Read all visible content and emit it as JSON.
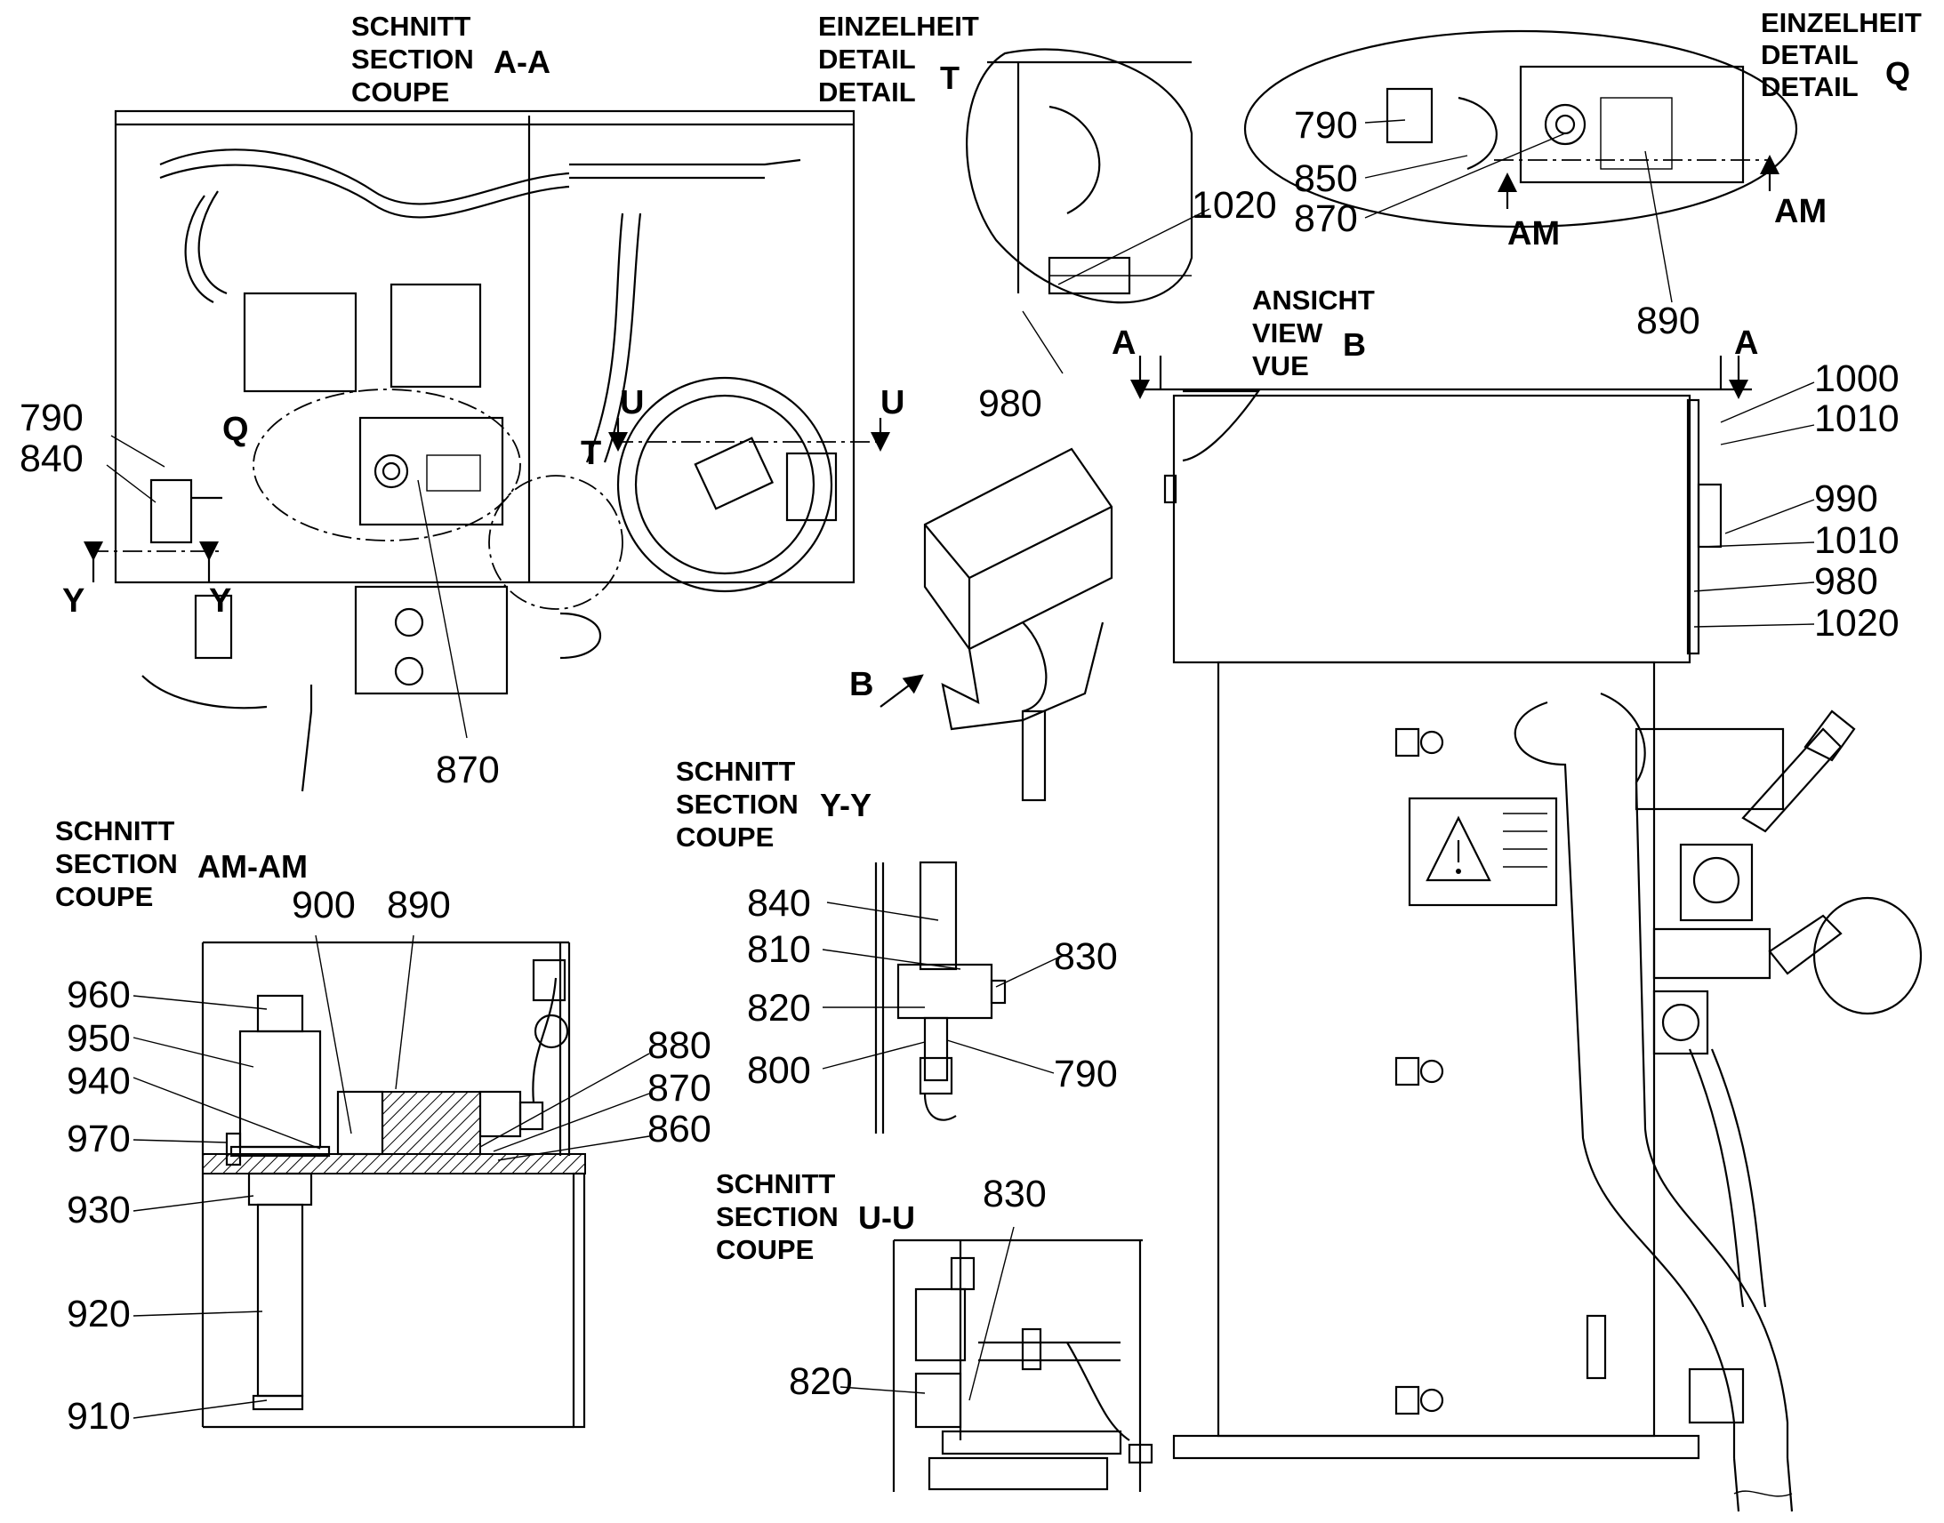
{
  "section_titles": {
    "aa": {
      "line1": "SCHNITT",
      "line2": "SECTION",
      "line3": "COUPE",
      "id": "A-A"
    },
    "t": {
      "line1": "EINZELHEIT",
      "line2": "DETAIL",
      "line3": "DETAIL",
      "id": "T"
    },
    "q": {
      "line1": "EINZELHEIT",
      "line2": "DETAIL",
      "line3": "DETAIL",
      "id": "Q"
    },
    "b": {
      "line1": "ANSICHT",
      "line2": "VIEW",
      "line3": "VUE",
      "id": "B"
    },
    "yy": {
      "line1": "SCHNITT",
      "line2": "SECTION",
      "line3": "COUPE",
      "id": "Y-Y"
    },
    "amam": {
      "line1": "SCHNITT",
      "line2": "SECTION",
      "line3": "COUPE",
      "id": "AM-AM"
    },
    "uu": {
      "line1": "SCHNITT",
      "line2": "SECTION",
      "line3": "COUPE",
      "id": "U-U"
    }
  },
  "cut_markers": {
    "q": "Q",
    "t": "T",
    "u_left": "U",
    "u_right": "U",
    "y_left": "Y",
    "y_right": "Y",
    "a_left": "A",
    "a_right": "A",
    "am_left": "AM",
    "am_right": "AM",
    "b": "B"
  },
  "callouts_aa": {
    "c790": "790",
    "c840": "840",
    "c870": "870"
  },
  "callouts_t": {
    "c1020": "1020",
    "c980": "980"
  },
  "callouts_q": {
    "c790": "790",
    "c850": "850",
    "c870": "870",
    "c890": "890"
  },
  "callouts_b": {
    "c1000": "1000",
    "c1010a": "1010",
    "c990": "990",
    "c1010b": "1010",
    "c980": "980",
    "c1020": "1020"
  },
  "callouts_yy": {
    "c840": "840",
    "c810": "810",
    "c830": "830",
    "c820": "820",
    "c800": "800",
    "c790": "790"
  },
  "callouts_amam": {
    "c900": "900",
    "c890": "890",
    "c960": "960",
    "c950": "950",
    "c940": "940",
    "c970": "970",
    "c930": "930",
    "c920": "920",
    "c910": "910",
    "c880": "880",
    "c870": "870",
    "c860": "860"
  },
  "callouts_uu": {
    "c830": "830",
    "c820": "820"
  }
}
